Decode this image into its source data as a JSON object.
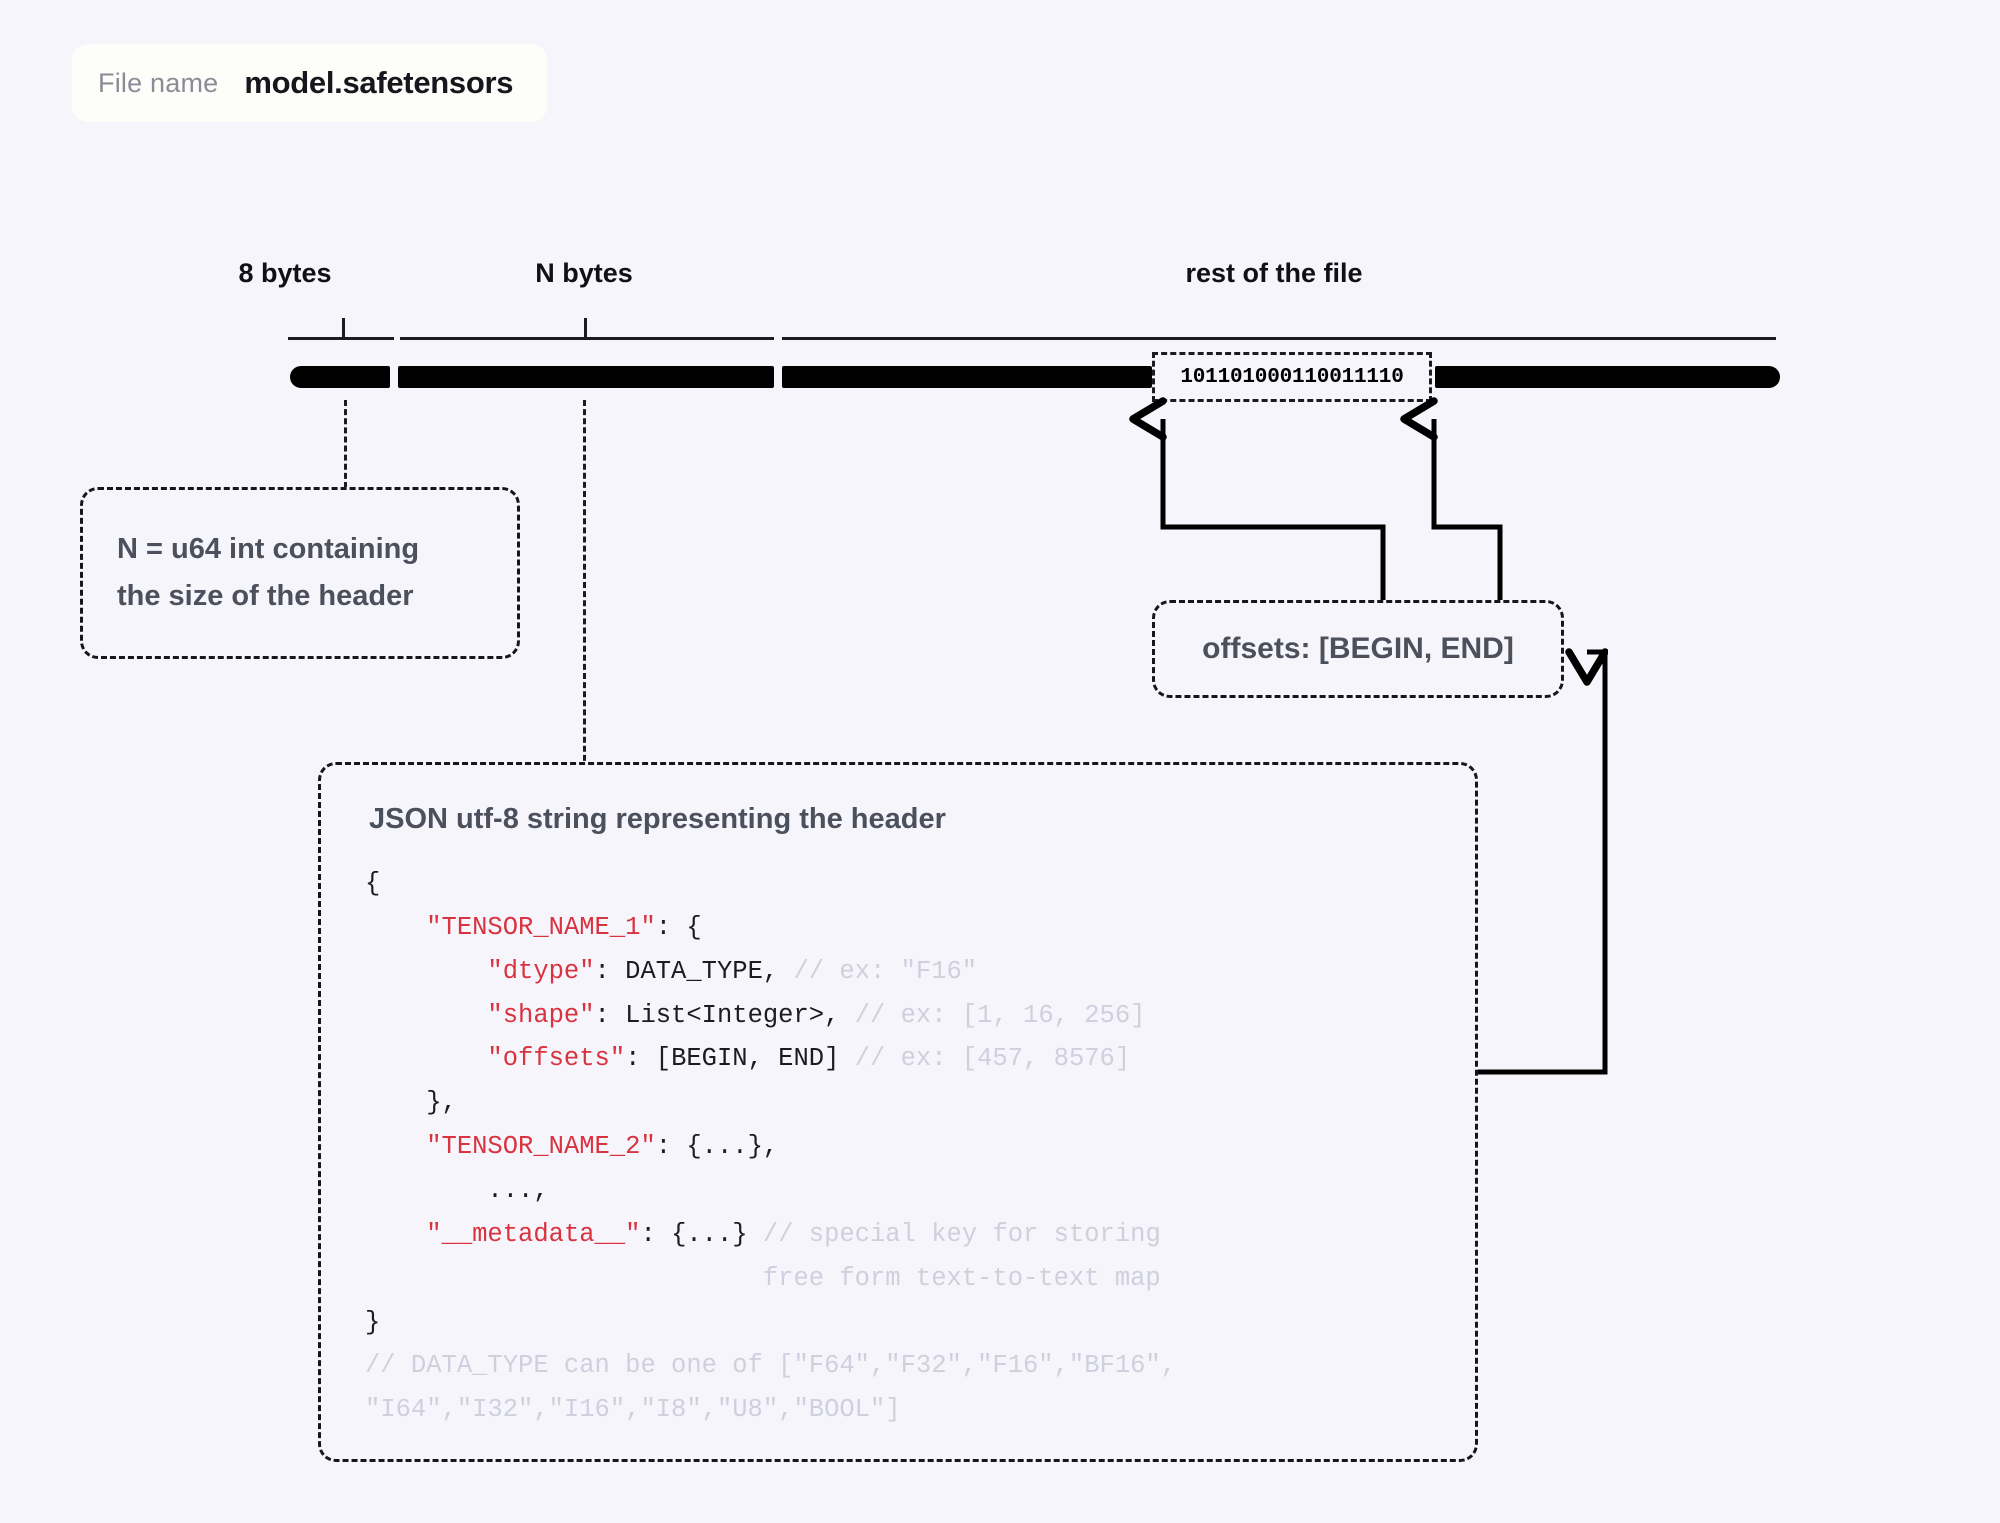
{
  "page": {
    "background": "#f6f5fc",
    "accent_key_color": "#d9333f",
    "comment_color": "#cfd0de",
    "text_color": "#4c4f5c"
  },
  "filename_pill": {
    "label": "File name",
    "value": "model.safetensors"
  },
  "ruler": {
    "labels": [
      {
        "id": "8-bytes",
        "text": "8 bytes"
      },
      {
        "id": "n-bytes",
        "text": "N bytes"
      },
      {
        "id": "rest-of-file",
        "text": "rest of the file"
      }
    ]
  },
  "binary_chunk": {
    "bits": "101101000110011110"
  },
  "callout_n_size": {
    "line1": "N = u64 int containing",
    "line2": "the size of the header"
  },
  "callout_offsets": {
    "text": "offsets: [BEGIN, END]"
  },
  "json_block": {
    "title": "JSON utf-8 string representing the header",
    "lines": [
      {
        "indent": 0,
        "parts": [
          {
            "t": "{",
            "c": "pl"
          }
        ]
      },
      {
        "indent": 1,
        "parts": [
          {
            "t": "\"TENSOR_NAME_1\"",
            "c": "k"
          },
          {
            "t": ": {",
            "c": "pl"
          }
        ]
      },
      {
        "indent": 2,
        "parts": [
          {
            "t": "\"dtype\"",
            "c": "k"
          },
          {
            "t": ": DATA_TYPE, ",
            "c": "pl"
          },
          {
            "t": "// ex: \"F16\"",
            "c": "cm"
          }
        ]
      },
      {
        "indent": 2,
        "parts": [
          {
            "t": "\"shape\"",
            "c": "k"
          },
          {
            "t": ": List<Integer>, ",
            "c": "pl"
          },
          {
            "t": "// ex: [1, 16, 256]",
            "c": "cm"
          }
        ]
      },
      {
        "indent": 2,
        "parts": [
          {
            "t": "\"offsets\"",
            "c": "k"
          },
          {
            "t": ": [BEGIN, END] ",
            "c": "pl"
          },
          {
            "t": "// ex: [457, 8576]",
            "c": "cm"
          }
        ]
      },
      {
        "indent": 1,
        "parts": [
          {
            "t": "},",
            "c": "pl"
          }
        ]
      },
      {
        "indent": 1,
        "parts": [
          {
            "t": "\"TENSOR_NAME_2\"",
            "c": "k"
          },
          {
            "t": ": {...},",
            "c": "pl"
          }
        ]
      },
      {
        "indent": 2,
        "parts": [
          {
            "t": "...,",
            "c": "pl"
          }
        ]
      },
      {
        "indent": 1,
        "parts": [
          {
            "t": "\"__metadata__\"",
            "c": "k"
          },
          {
            "t": ": {...} ",
            "c": "pl"
          },
          {
            "t": "// special key for storing",
            "c": "cm"
          }
        ]
      },
      {
        "indent": 0,
        "parts": [
          {
            "t": "                          free form text-to-text map",
            "c": "cm"
          }
        ]
      },
      {
        "indent": 0,
        "parts": [
          {
            "t": "}",
            "c": "pl"
          }
        ]
      },
      {
        "indent": 0,
        "parts": [
          {
            "t": "// DATA_TYPE can be one of [\"F64\",\"F32\",\"F16\",\"BF16\",",
            "c": "cm"
          }
        ]
      },
      {
        "indent": 0,
        "parts": [
          {
            "t": "\"I64\",\"I32\",\"I16\",\"I8\",\"U8\",\"BOOL\"]",
            "c": "cm"
          }
        ]
      }
    ]
  }
}
